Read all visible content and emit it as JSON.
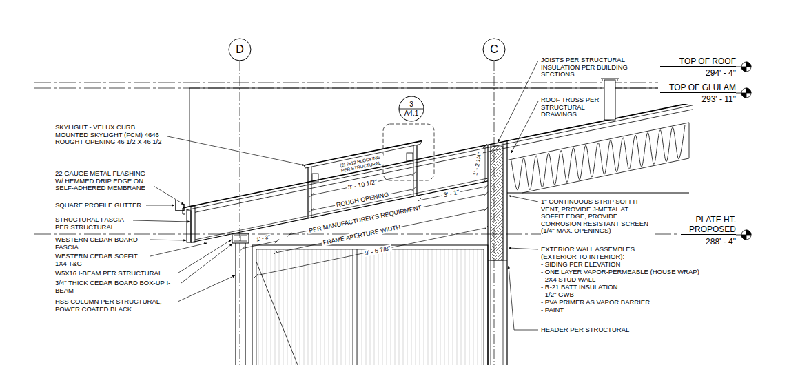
{
  "diagram": {
    "nodes": [
      {
        "text": [
          "D"
        ]
      },
      {
        "text": [
          "C"
        ]
      },
      {
        "text": [
          "3",
          "A4.1"
        ]
      }
    ],
    "labels": [
      "TOP OF ROOF",
      "294' - 4\"",
      "TOP OF GLULAM",
      "293' - 11\"",
      "JOISTS PER STRUCTURAL INSULATION PER BUILDING SECTIONS",
      "ROOF TRUSS PER STRUCTURAL DRAWINGS",
      "SKYLIGHT - VELUX CURB MOUNTED SKYLIGHT (FCM) 4646 ROUGHT OPENING 46 1/2 X 46 1/2",
      "(2) 2x12 BLOCKING PER STRUCTURAL",
      "3' - 10 1/2\"",
      "1' - 2 1/4\"",
      "22 GAUGE METAL FLASHING W/ HEMMED DRIP EDGE ON SELF-ADHERED MEMBRANE",
      "ROUGH OPENING",
      "3' - 1\"",
      "SQUARE PROFILE GUTTER",
      "1\" CONTINUOUS STRIP SOFFIT VENT, PROVIDE J-METAL AT SOFFIT EDGE, PROVIDE CORROSION RESISTANT SCREEN (1/4\" MAX. OPENINGS)",
      "STRUCTURAL FASCIA PER STRUCTURAL",
      "PER MANUFACTURER'S REQUIRMENT",
      "PLATE HT. PROPOSED",
      "FRAME APERTURE WIDTH",
      "288' - 4\"",
      "WESTERN CEDAR BOARD FASCIA",
      "1' - 3\"",
      "WESTERN CEDAR SOFFIT 1X4 T&G",
      "9' - 6 7/8\"",
      "EXTERIOR WALL ASSEMBLES (EXTERIOR TO INTERIOR):",
      "- SIDING PER ELEVATION",
      "- ONE LAYER VAPOR-PERMEABLE (HOUSE WRAP)",
      "- 2X4 STUD WALL",
      "- R-21 BATT INSULATION",
      "- 1/2\" GWB",
      "- PVA PRIMER AS VAPOR BARRIER",
      "- PAINT",
      "W5X16 I-BEAM PER STRUCTURAL",
      "3/4\" THICK CEDAR BOARD BOX-UP I-BEAM",
      "HSS COLUMN PER STRUCTURAL, POWER COATED BLACK",
      "HEADER PER STRUCTURAL"
    ]
  }
}
